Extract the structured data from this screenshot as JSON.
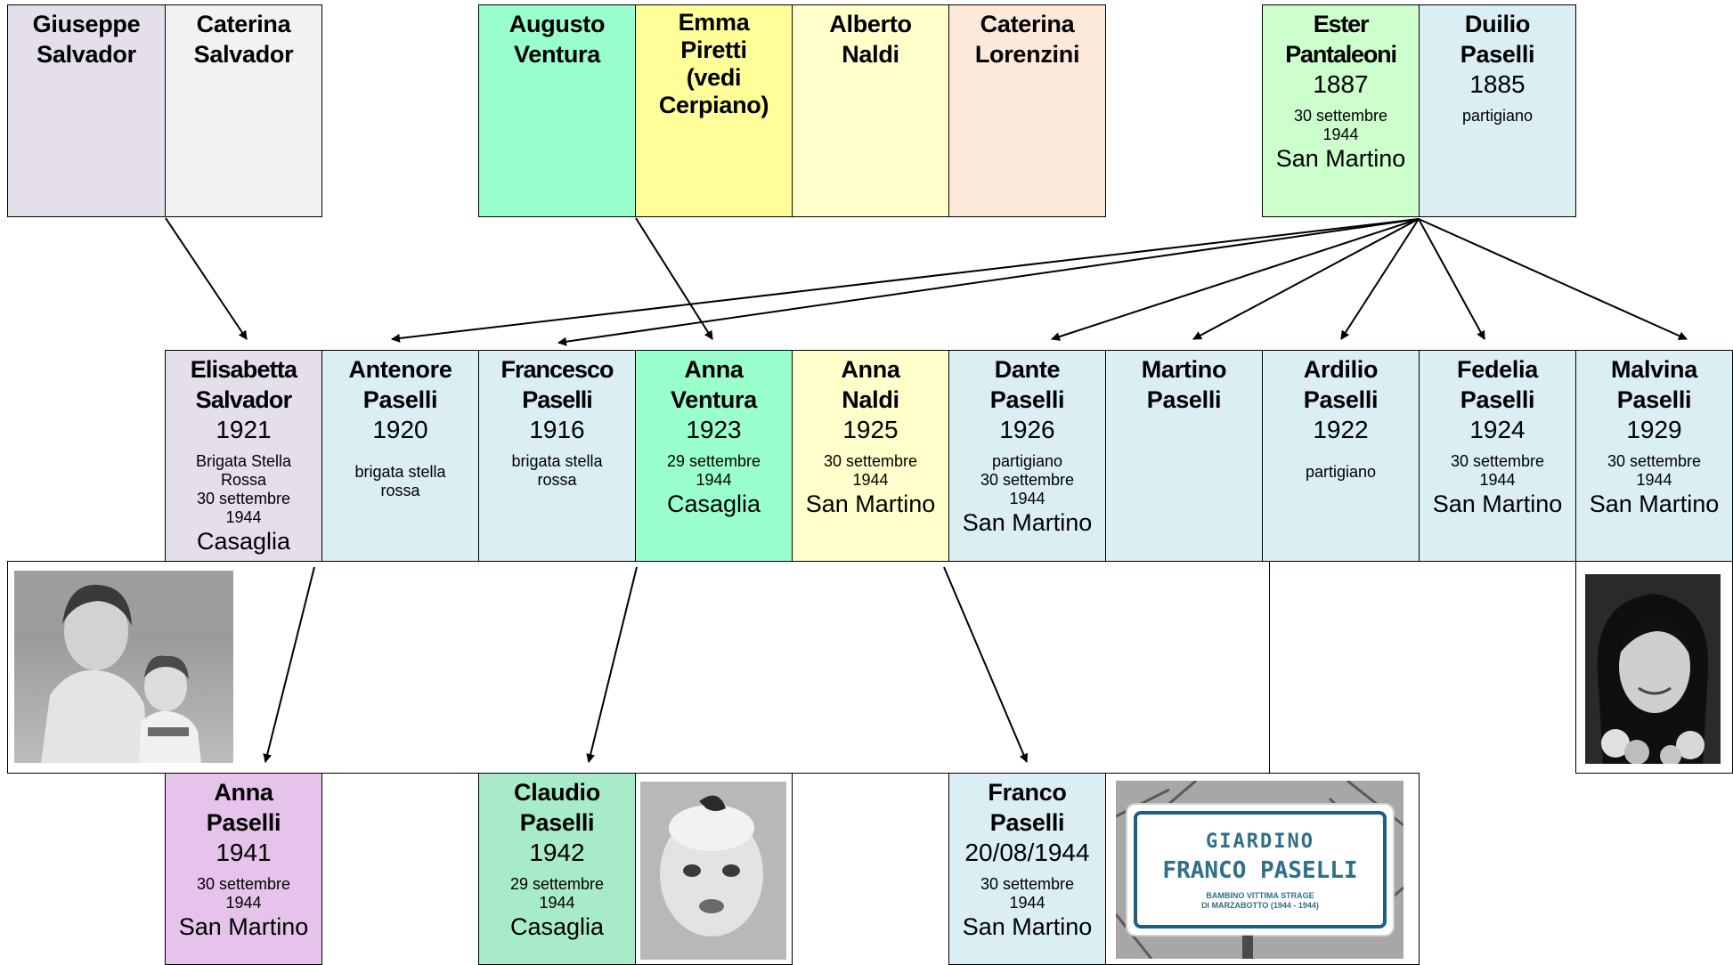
{
  "colors": {
    "lavender": "#e5dfec",
    "light_gray": "#f2f2f2",
    "mint": "#99ffcc",
    "yellow": "#ffff99",
    "cream": "#ffffcc",
    "peach": "#fde9d9",
    "light_green": "#ccffcc",
    "light_blue": "#daeef3",
    "pink": "#e6c3eb",
    "sea_green": "#a8ebc8",
    "line": "#000000"
  },
  "people": {
    "giuseppe_salvador": {
      "name": "Giuseppe\nSalvador"
    },
    "caterina_salvador": {
      "name": "Caterina\nSalvador"
    },
    "augusto_ventura": {
      "name": "Augusto\nVentura"
    },
    "emma_piretti": {
      "name": "Emma\nPiretti\n(vedi\nCerpiano)"
    },
    "alberto_naldi": {
      "name": "Alberto\nNaldi"
    },
    "caterina_lorenzini": {
      "name": "Caterina\nLorenzini"
    },
    "ester_pantaleoni": {
      "name": "Ester\nPantaleoni",
      "year": "1887",
      "note": "30 settembre\n1944",
      "place": "San Martino"
    },
    "duilio_paselli": {
      "name": "Duilio\nPaselli",
      "year": "1885",
      "note": "partigiano"
    },
    "elisabetta_salvador": {
      "name": "Elisabetta\nSalvador",
      "year": "1921",
      "note": "Brigata Stella\nRossa\n30 settembre\n1944",
      "place": "Casaglia"
    },
    "antenore_paselli": {
      "name": "Antenore\nPaselli",
      "year": "1920",
      "note": "brigata stella\nrossa"
    },
    "francesco_paselli": {
      "name": "Francesco\nPaselli",
      "year": "1916",
      "note": "brigata stella\nrossa"
    },
    "anna_ventura": {
      "name": "Anna\nVentura",
      "year": "1923",
      "note": "29 settembre\n1944",
      "place": "Casaglia"
    },
    "anna_naldi": {
      "name": "Anna\nNaldi",
      "year": "1925",
      "note": "30 settembre\n1944",
      "place": "San Martino"
    },
    "dante_paselli": {
      "name": "Dante\nPaselli",
      "year": "1926",
      "note": "partigiano\n30 settembre\n1944",
      "place": "San Martino"
    },
    "martino_paselli": {
      "name": "Martino\nPaselli"
    },
    "ardilio_paselli": {
      "name": "Ardilio\nPaselli",
      "year": "1922",
      "note": "partigiano"
    },
    "fedelia_paselli": {
      "name": "Fedelia\nPaselli",
      "year": "1924",
      "note": "30 settembre\n1944",
      "place": "San Martino"
    },
    "malvina_paselli": {
      "name": "Malvina\nPaselli",
      "year": "1929",
      "note": "30 settembre\n1944",
      "place": "San Martino"
    },
    "anna_paselli": {
      "name": "Anna\nPaselli",
      "year": "1941",
      "note": "30 settembre\n1944",
      "place": "San Martino"
    },
    "claudio_paselli": {
      "name": "Claudio\nPaselli",
      "year": "1942",
      "note": "29 settembre\n1944",
      "place": "Casaglia"
    },
    "franco_paselli": {
      "name": "Franco\nPaselli",
      "year": "20/08/1944",
      "note": "30 settembre\n1944",
      "place": "San Martino"
    }
  },
  "sign": {
    "line1": "GIARDINO",
    "line2": "FRANCO PASELLI",
    "line3": "BAMBINO VITTIMA STRAGE\nDI MARZABOTTO (1944 - 1944)"
  }
}
